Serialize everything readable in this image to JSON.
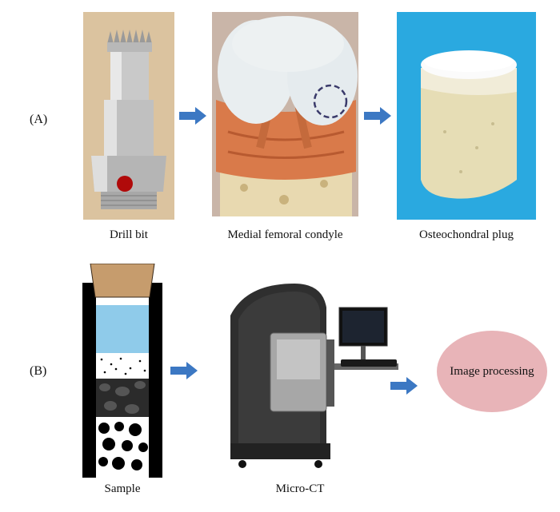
{
  "panels": [
    {
      "label": "(A)"
    },
    {
      "label": "(B)"
    }
  ],
  "row_a": {
    "items": [
      {
        "caption": "Drill bit",
        "icon": "drill-bit-photo"
      },
      {
        "caption": "Medial femoral condyle",
        "icon": "knee-joint-photo"
      },
      {
        "caption": "Osteochondral plug",
        "icon": "osteochondral-plug-photo"
      }
    ]
  },
  "row_b": {
    "items": [
      {
        "caption": "Sample",
        "icon": "sample-tube-diagram"
      },
      {
        "caption": "Micro-CT",
        "icon": "micro-ct-scanner-photo"
      },
      {
        "caption": "Image processing",
        "icon": "process-ellipse"
      }
    ],
    "ellipse_color": "#e8b4b8"
  },
  "colors": {
    "arrow": "#3c78c3",
    "sample_cap": "#c69c6d",
    "sample_liquid": "#8fcbea",
    "tube_wall": "#000000",
    "drill_background": "#dbc39f",
    "knee_background": "#c9b5a8",
    "plug_background": "#2aa9e0"
  }
}
